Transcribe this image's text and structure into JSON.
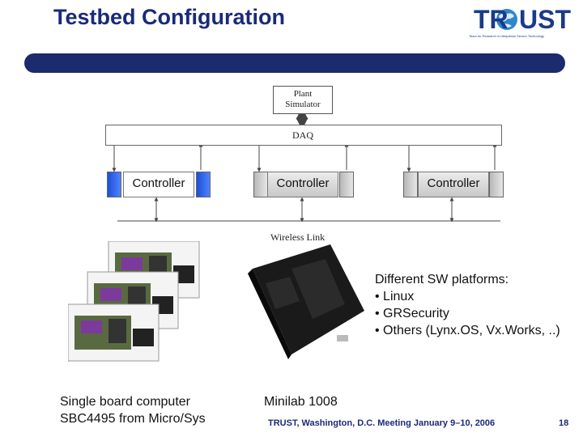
{
  "slide": {
    "title": "Testbed Configuration",
    "page_number": "18",
    "footer": "TRUST, Washington, D.C. Meeting January 9–10, 2006"
  },
  "logo": {
    "wordmark": "TRUST",
    "tagline": "Team for Research in Ubiquitous Secure Technology"
  },
  "diagram": {
    "plant_simulator": [
      "Plant",
      "Simulator"
    ],
    "daq_label": "DAQ",
    "controllers": [
      "Controller",
      "Controller",
      "Controller"
    ],
    "wireless_link_label": "Wireless Link"
  },
  "captions": {
    "sbc": [
      "Single board computer",
      "SBC4495 from Micro/Sys"
    ],
    "minilab": "Minilab 1008",
    "sw_platforms": [
      "Different SW platforms:",
      "• Linux",
      "• GRSecurity",
      "• Others (Lynx.OS, Vx.Works, ..)"
    ]
  },
  "colors": {
    "title": "#1a2a7a",
    "bar": "#1c2a6e",
    "controller_blue": "#2a5fe8"
  }
}
